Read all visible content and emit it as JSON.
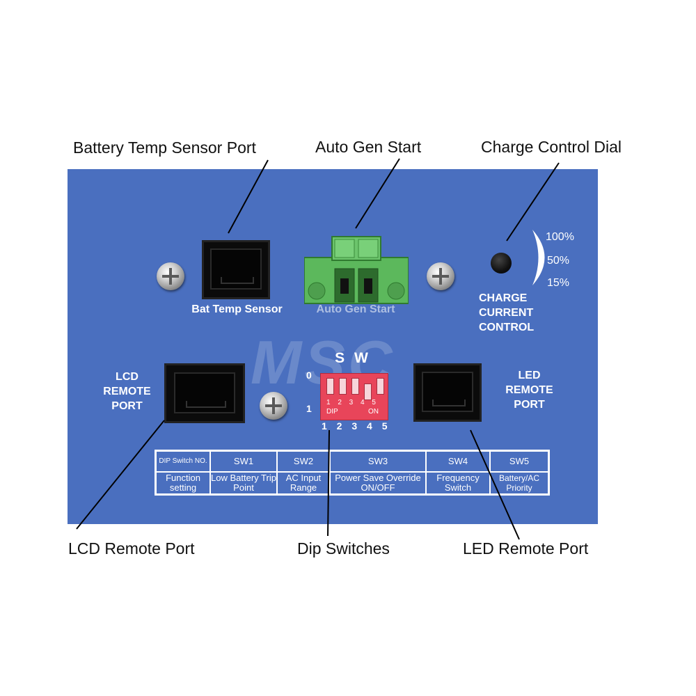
{
  "callouts": {
    "battery_temp_sensor_port": "Battery Temp Sensor Port",
    "auto_gen_start": "Auto Gen Start",
    "charge_control_dial": "Charge Control Dial",
    "lcd_remote_port": "LCD Remote Port",
    "dip_switches": "Dip Switches",
    "led_remote_port": "LED Remote Port"
  },
  "panel": {
    "bat_temp_sensor": "Bat Temp Sensor",
    "auto_gen_start_label": "Auto Gen Start",
    "dial_levels": [
      "100%",
      "50%",
      "15%"
    ],
    "charge_current_control": [
      "CHARGE",
      "CURRENT",
      "CONTROL"
    ],
    "lcd_remote_port": [
      "LCD",
      "REMOTE",
      "PORT"
    ],
    "led_remote_port": [
      "LED",
      "REMOTE",
      "PORT"
    ],
    "sw_heading": "S W",
    "dip_positions": [
      "0",
      "1"
    ],
    "dip_top_numbers": "1 2 3 4 5",
    "dip_text": "DIP",
    "dip_on": "ON",
    "dip_bottom_numbers": "1 2 3 4 5",
    "watermark": "MSC"
  },
  "dip_table": {
    "header": [
      "DIP Switch NO.",
      "SW1",
      "SW2",
      "SW3",
      "SW4",
      "SW5"
    ],
    "row": [
      "Function setting",
      "Low Battery Trip Point",
      "AC Input Range",
      "Power Save Override ON/OFF",
      "Frequency Switch",
      "Battery/AC Priority"
    ]
  },
  "colors": {
    "panel": "#4a6fbf",
    "terminal": "#5cb85c",
    "dip_body": "#e8455a",
    "port": "#0b0b0b"
  }
}
